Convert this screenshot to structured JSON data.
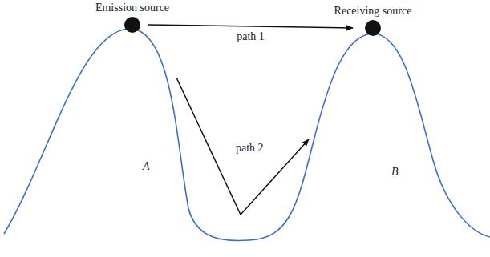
{
  "diagram": {
    "nodes": [
      {
        "text": [
          "Emission source"
        ]
      },
      {
        "text": [
          "Receiving source"
        ]
      }
    ],
    "edges": [
      {
        "from": 0,
        "to": 1,
        "arrow": "to",
        "label": "path 1"
      },
      {
        "from": 0,
        "to": 1,
        "arrow": "to",
        "label": "path 2"
      }
    ],
    "labels": [
      "A",
      "B"
    ]
  }
}
